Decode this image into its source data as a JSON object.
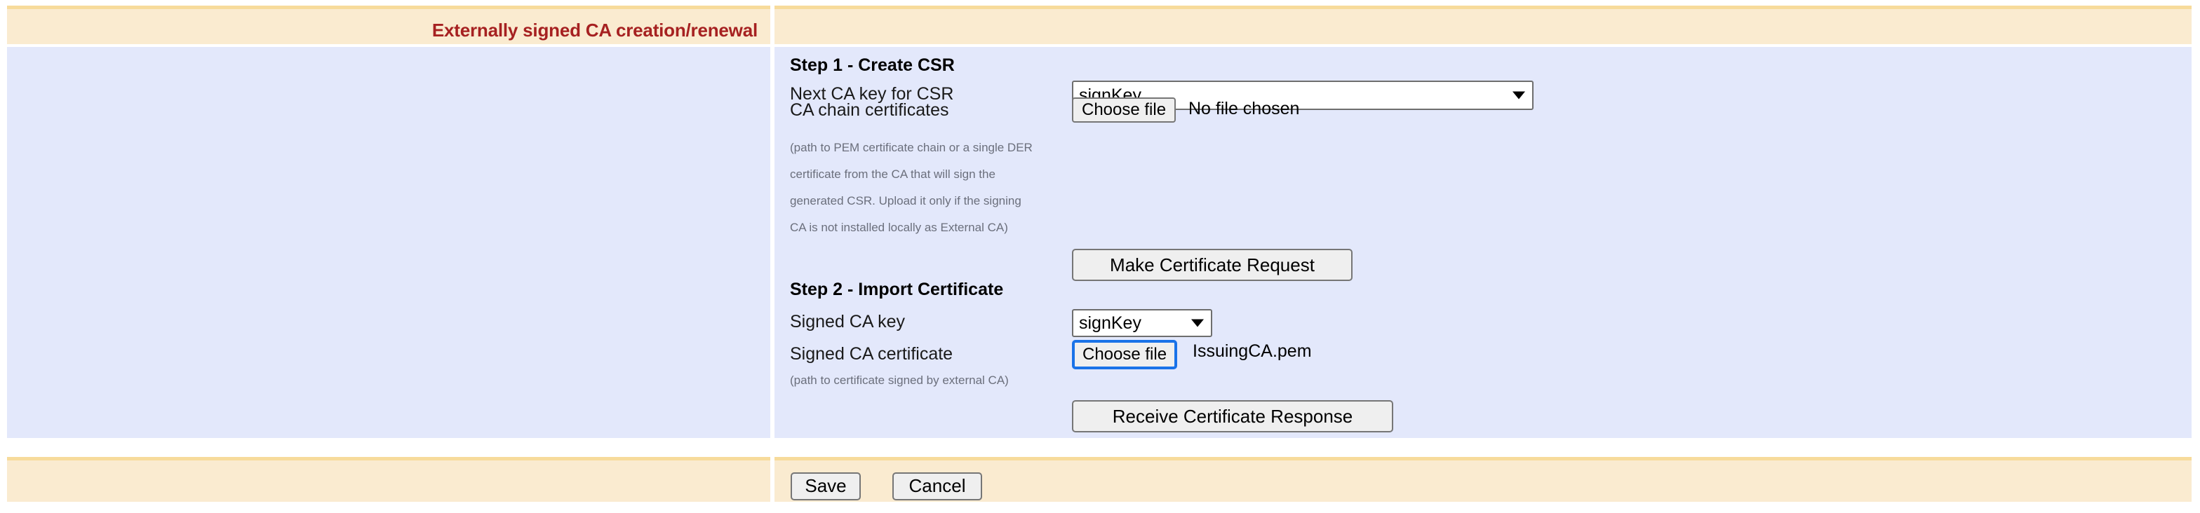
{
  "header": {
    "title": "Externally signed CA creation/renewal"
  },
  "form": {
    "step1": {
      "heading": "Step 1 - Create CSR",
      "next_ca_key_label": "Next CA key for CSR",
      "next_ca_key_value": "signKey",
      "ca_chain_label": "CA chain certificates",
      "ca_chain_choose_file": "Choose file",
      "ca_chain_file_status": "No file chosen",
      "help_line1": "(path to PEM certificate chain or a single DER",
      "help_line2": "certificate from the CA that will sign the",
      "help_line3": "generated CSR. Upload it only if the signing",
      "help_line4": "CA is not installed locally as External CA)",
      "make_request_button": "Make Certificate Request"
    },
    "step2": {
      "heading": "Step 2 - Import Certificate",
      "signed_ca_key_label": "Signed CA key",
      "signed_ca_key_value": "signKey",
      "signed_ca_cert_label": "Signed CA certificate",
      "signed_ca_cert_choose_file": "Choose file",
      "signed_ca_cert_file_name": "IssuingCA.pem",
      "help_line1": "(path to certificate signed by external CA)",
      "receive_response_button": "Receive Certificate Response"
    }
  },
  "footer": {
    "save_label": "Save",
    "cancel_label": "Cancel"
  },
  "colors": {
    "header_background": "#faebd0",
    "header_border": "#f7db9b",
    "title_text": "#a62121",
    "content_background": "#e3e8fb",
    "button_face": "#efefef",
    "focus_ring": "#1a73e8",
    "help_text": "#6b6f7c"
  }
}
